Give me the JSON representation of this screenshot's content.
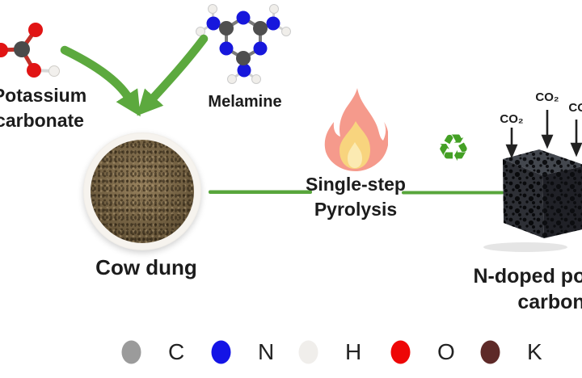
{
  "diagram": {
    "reactant1": {
      "line1": "Potassium",
      "line2": "carbonate"
    },
    "reactant2": {
      "label": "Melamine"
    },
    "feedstock": {
      "label": "Cow dung"
    },
    "process": {
      "line1": "Single-step",
      "line2": "Pyrolysis"
    },
    "product": {
      "line1": "N-doped porous",
      "line2": "carbon"
    },
    "emission": {
      "label": "CO₂"
    },
    "icons": {
      "recycle": "♻"
    }
  },
  "legend": {
    "items": [
      {
        "symbol": "C",
        "color": "#9b9b9b"
      },
      {
        "symbol": "N",
        "color": "#1414e6"
      },
      {
        "symbol": "H",
        "color": "#f0eeeb"
      },
      {
        "symbol": "O",
        "color": "#ee0606"
      },
      {
        "symbol": "K",
        "color": "#5e2a28"
      }
    ]
  },
  "colors": {
    "arrow_green": "#5ca93e",
    "flow_line": "#58a63c",
    "recycle_green": "#44a025"
  }
}
